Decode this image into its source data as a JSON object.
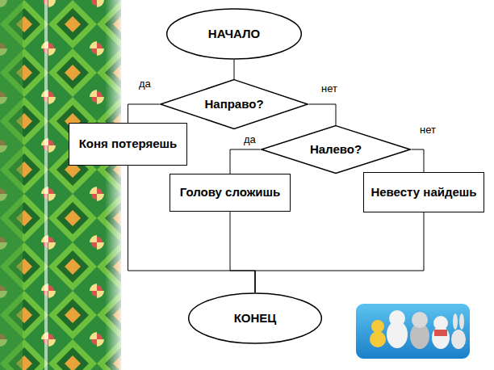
{
  "diagram": {
    "nodes": [
      {
        "text": [
          "НАЧАЛО"
        ]
      },
      {
        "text": [
          "Направо?"
        ]
      },
      {
        "text": [
          "Коня потеряешь"
        ]
      },
      {
        "text": [
          "Налево?"
        ]
      },
      {
        "text": [
          "Голову сложишь"
        ]
      },
      {
        "text": [
          "Невесту найдешь"
        ]
      },
      {
        "text": [
          "КОНЕЦ"
        ]
      }
    ],
    "edges": [
      {
        "from": 0,
        "to": 1,
        "arrow": "none"
      },
      {
        "from": 1,
        "to": 2,
        "label": "да",
        "arrow": "none"
      },
      {
        "from": 1,
        "to": 3,
        "label": "нет",
        "arrow": "none"
      },
      {
        "from": 3,
        "to": 4,
        "label": "да",
        "arrow": "none"
      },
      {
        "from": 3,
        "to": 5,
        "label": "нет",
        "arrow": "none"
      },
      {
        "from": 2,
        "to": 6,
        "arrow": "none"
      },
      {
        "from": 4,
        "to": 6,
        "arrow": "none"
      },
      {
        "from": 5,
        "to": 6,
        "arrow": "none"
      }
    ]
  }
}
